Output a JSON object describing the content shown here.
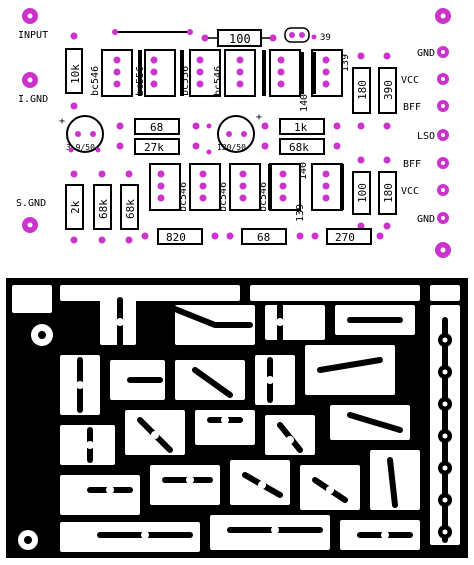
{
  "colors": {
    "pad": "#cc33cc",
    "hole": "#ffffff",
    "silk": "#000000",
    "copper_bg": "#000000",
    "copper_trace": "#ffffff"
  },
  "top": {
    "left_labels": {
      "input": "INPUT",
      "ignd": "I.GND",
      "sgnd": "S.GND"
    },
    "right_labels": [
      "GND",
      "VCC",
      "BFF",
      "LSO",
      "BFF",
      "VCC",
      "GND"
    ],
    "resistors": {
      "r_100_top": "100",
      "r_10k": "10k",
      "r_68_mid": "68",
      "r_27k": "27k",
      "r_1k": "1k",
      "r_68k_mid": "68k",
      "r_180_top": "180",
      "r_390": "390",
      "r_2k": "2k",
      "r_68k_a": "68k",
      "r_68k_b": "68k",
      "r_100_bot": "100",
      "r_180_bot": "180",
      "r_820": "820",
      "r_68_bot": "68",
      "r_270": "270"
    },
    "transistors_top": [
      "bc546",
      "bc556",
      "bc556",
      "bc546",
      "140",
      "139"
    ],
    "transistors_bot": [
      "bc546",
      "bc546",
      "bc546",
      "139",
      "140"
    ],
    "caps": {
      "c1": "3.9/50",
      "c2": "120/50"
    },
    "small_label": "39"
  }
}
